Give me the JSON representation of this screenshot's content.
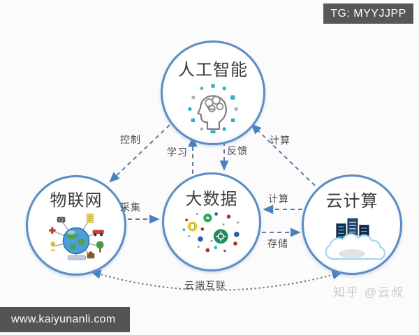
{
  "page": {
    "tg_label": "TG: MYYJJPP",
    "url_label": "www.kaiyunanli.com",
    "watermark": "知乎 @云叔"
  },
  "nodes": {
    "ai": {
      "label": "人工智能",
      "icon": "ai-brain-icon"
    },
    "iot": {
      "label": "物联网",
      "icon": "iot-globe-icon"
    },
    "bigdata": {
      "label": "大数据",
      "icon": "bigdata-dots-icon"
    },
    "cloud": {
      "label": "云计算",
      "icon": "cloud-servers-icon"
    }
  },
  "edges": [
    {
      "id": "control",
      "label": "控制",
      "from": "ai",
      "to": "iot",
      "bidirectional": false
    },
    {
      "id": "learn",
      "label": "学习",
      "from": "bigdata",
      "to": "ai",
      "bidirectional": false
    },
    {
      "id": "feedback",
      "label": "反馈",
      "from": "ai",
      "to": "bigdata",
      "bidirectional": false
    },
    {
      "id": "compute-ai",
      "label": "计算",
      "from": "cloud",
      "to": "ai",
      "bidirectional": false
    },
    {
      "id": "collect",
      "label": "采集",
      "from": "iot",
      "to": "bigdata",
      "bidirectional": false
    },
    {
      "id": "compute-bd",
      "label": "计算",
      "from": "cloud",
      "to": "bigdata",
      "bidirectional": false
    },
    {
      "id": "store",
      "label": "存储",
      "from": "bigdata",
      "to": "cloud",
      "bidirectional": false
    },
    {
      "id": "interlink",
      "label": "云端互联",
      "from": "iot",
      "to": "cloud",
      "bidirectional": true
    }
  ],
  "colors": {
    "circle_stroke": "#5d8cc3",
    "arrowhead": "#4a80bd",
    "dashed_line": "#66799b",
    "badge_background": "#57575a",
    "badge_text": "#ffffff",
    "watermark_text": "#c9cbcd"
  }
}
